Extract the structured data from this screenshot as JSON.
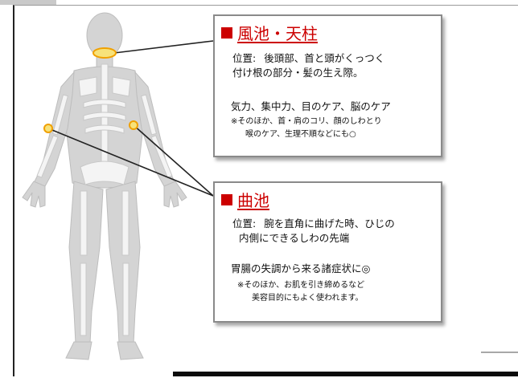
{
  "points": [
    {
      "name": "風池・天柱",
      "position_label": "位置:",
      "position_lines": [
        "後頭部、首と頭がくっつく",
        "付け根の部分・髪の生え際。"
      ],
      "effect": "気力、集中力、目のケア、脳のケア",
      "notes": [
        "※そのほか、首・肩のコリ、顔のしわとり",
        "喉のケア、生理不順などにも○"
      ]
    },
    {
      "name": "曲池",
      "position_label": "位置:",
      "position_lines": [
        "腕を直角に曲げた時、ひじの",
        "内側にできるしわの先端"
      ],
      "effect": "胃腸の失調から来る諸症状に◎",
      "notes": [
        "※そのほか、お肌を引き締めるなど",
        "美容目的にもよく使われます。"
      ]
    }
  ],
  "colors": {
    "title_red": "#cc0000",
    "body_gray": "#d4d4d4",
    "bone_white": "#f4f4f4",
    "point_fill": "#f7e27a",
    "point_stroke": "#f0a000",
    "box_border": "#8a8a8a"
  }
}
